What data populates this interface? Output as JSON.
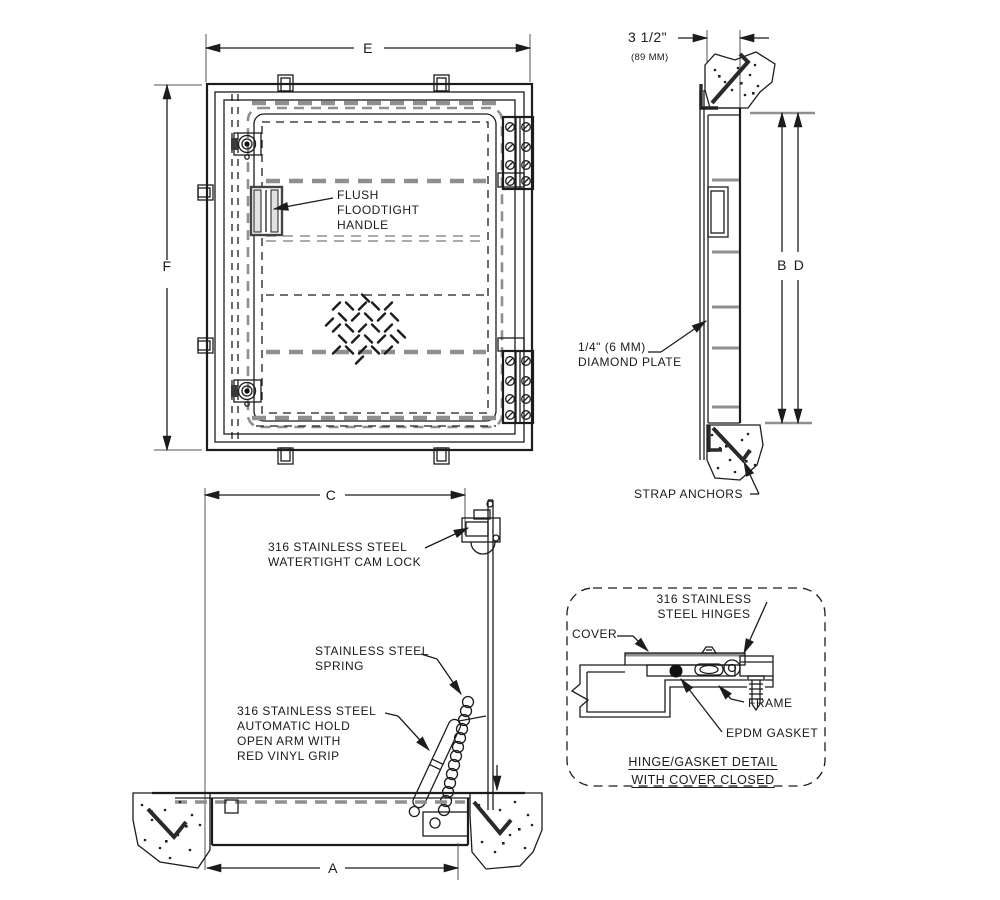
{
  "drawing_title": "floodtight floor access hatch - engineering drawing",
  "colors": {
    "line": "#1c1c1c",
    "hidden_gray": "#8f8f8f",
    "background": "#ffffff"
  },
  "plan_view": {
    "dim_width": "E",
    "dim_height": "F",
    "handle_label": "FLUSH\nFLOODTIGHT\nHANDLE"
  },
  "side_view": {
    "dim_flange": "3 1/2\"",
    "dim_flange_mm": "(89 MM)",
    "dim_b": "B",
    "dim_d": "D",
    "plate_label": "1/4\" (6 MM)\nDIAMOND PLATE",
    "anchors_label": "STRAP ANCHORS"
  },
  "section_view": {
    "dim_top": "C",
    "dim_bottom": "A",
    "cam_lock_label": "316 STAINLESS STEEL\nWATERTIGHT CAM LOCK",
    "spring_label": "STAINLESS STEEL\nSPRING",
    "arm_label": "316 STAINLESS STEEL\nAUTOMATIC HOLD\nOPEN ARM WITH\nRED VINYL GRIP"
  },
  "detail_view": {
    "hinges_label": "316 STAINLESS\nSTEEL HINGES",
    "cover_label": "COVER",
    "frame_label": "FRAME",
    "gasket_label": "EPDM GASKET",
    "title_line1": "HINGE/GASKET DETAIL",
    "title_line2": "WITH COVER CLOSED"
  }
}
